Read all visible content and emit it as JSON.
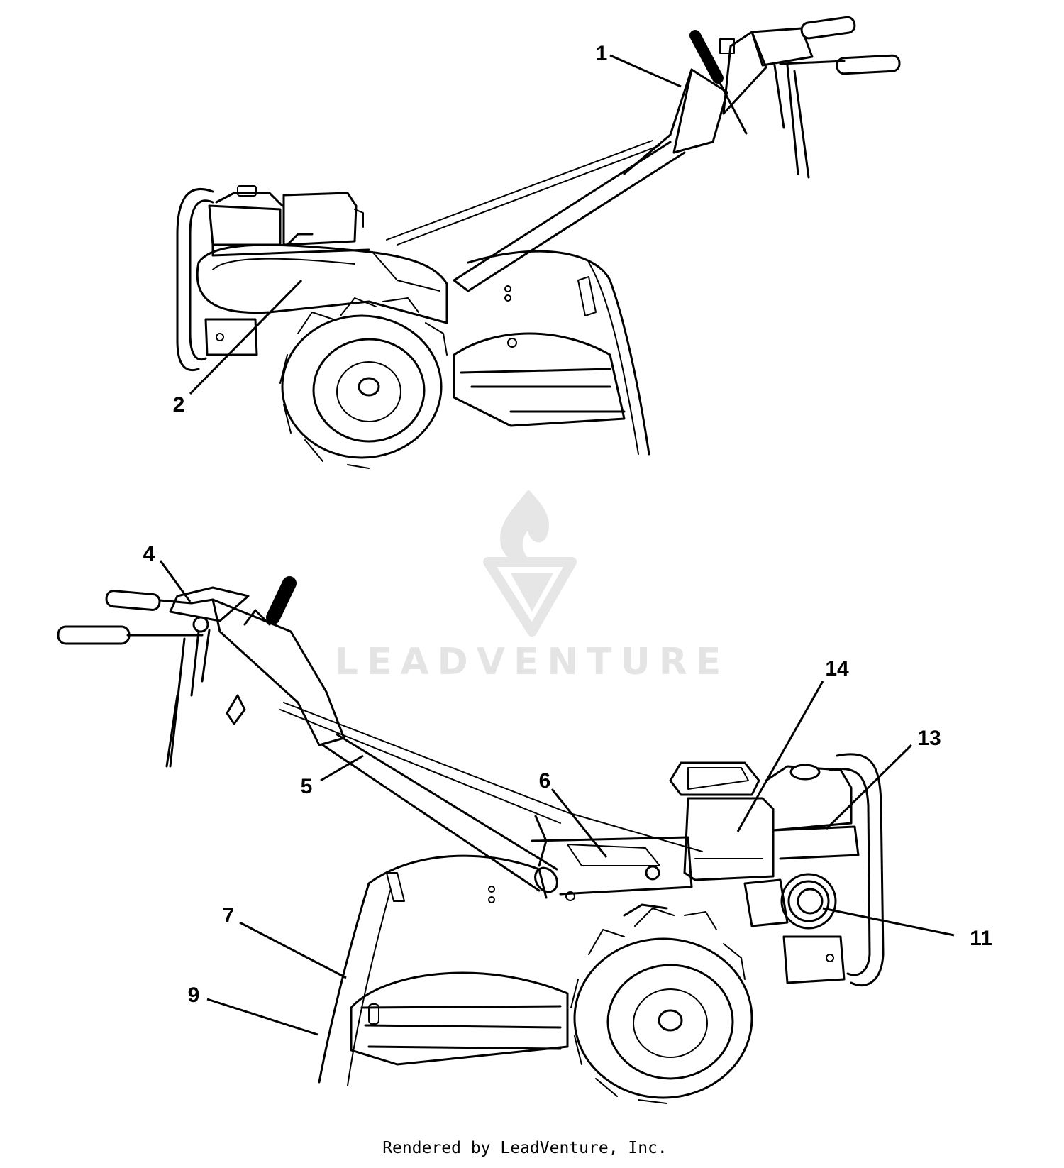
{
  "diagram": {
    "callouts": [
      {
        "id": "1",
        "label": "1"
      },
      {
        "id": "2",
        "label": "2"
      },
      {
        "id": "4",
        "label": "4"
      },
      {
        "id": "5",
        "label": "5"
      },
      {
        "id": "6",
        "label": "6"
      },
      {
        "id": "7",
        "label": "7"
      },
      {
        "id": "9",
        "label": "9"
      },
      {
        "id": "11",
        "label": "11"
      },
      {
        "id": "13",
        "label": "13"
      },
      {
        "id": "14",
        "label": "14"
      }
    ]
  },
  "watermark": {
    "text": "LEADVENTURE",
    "color": "#e4e4e4"
  },
  "footer": {
    "text": "Rendered by LeadVenture, Inc."
  }
}
